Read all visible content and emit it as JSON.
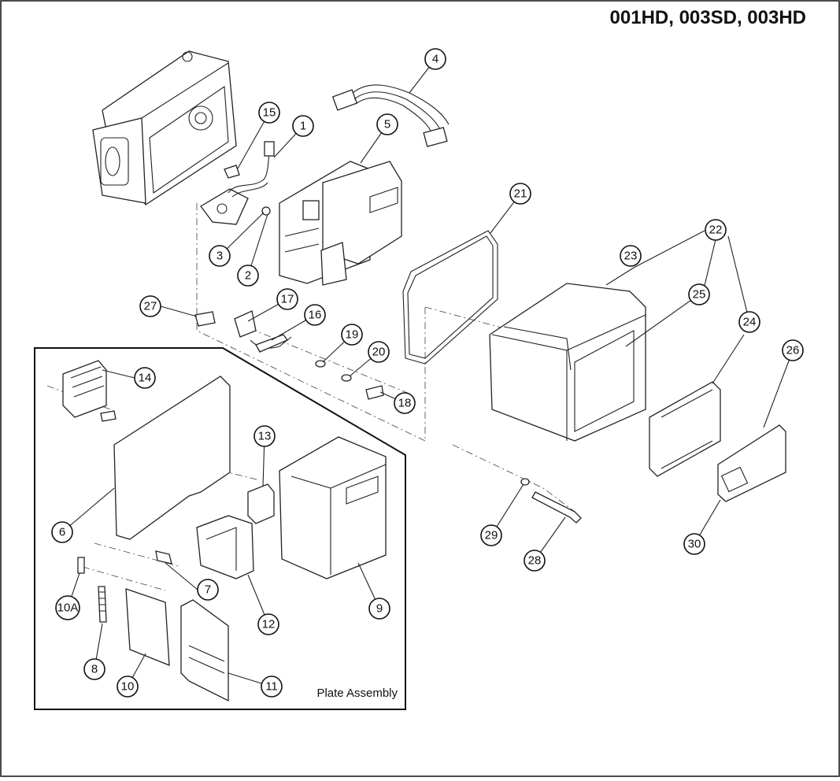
{
  "title": "001HD, 003SD, 003HD",
  "inset_label": "Plate Assembly",
  "callouts": [
    {
      "label": "15"
    },
    {
      "label": "1"
    },
    {
      "label": "4"
    },
    {
      "label": "5"
    },
    {
      "label": "3"
    },
    {
      "label": "2"
    },
    {
      "label": "21"
    },
    {
      "label": "22"
    },
    {
      "label": "23"
    },
    {
      "label": "25"
    },
    {
      "label": "27"
    },
    {
      "label": "17"
    },
    {
      "label": "16"
    },
    {
      "label": "19"
    },
    {
      "label": "20"
    },
    {
      "label": "18"
    },
    {
      "label": "24"
    },
    {
      "label": "26"
    },
    {
      "label": "14"
    },
    {
      "label": "13"
    },
    {
      "label": "6"
    },
    {
      "label": "29"
    },
    {
      "label": "28"
    },
    {
      "label": "30"
    },
    {
      "label": "7"
    },
    {
      "label": "12"
    },
    {
      "label": "9"
    },
    {
      "label": "10A"
    },
    {
      "label": "8"
    },
    {
      "label": "10"
    },
    {
      "label": "11"
    }
  ]
}
